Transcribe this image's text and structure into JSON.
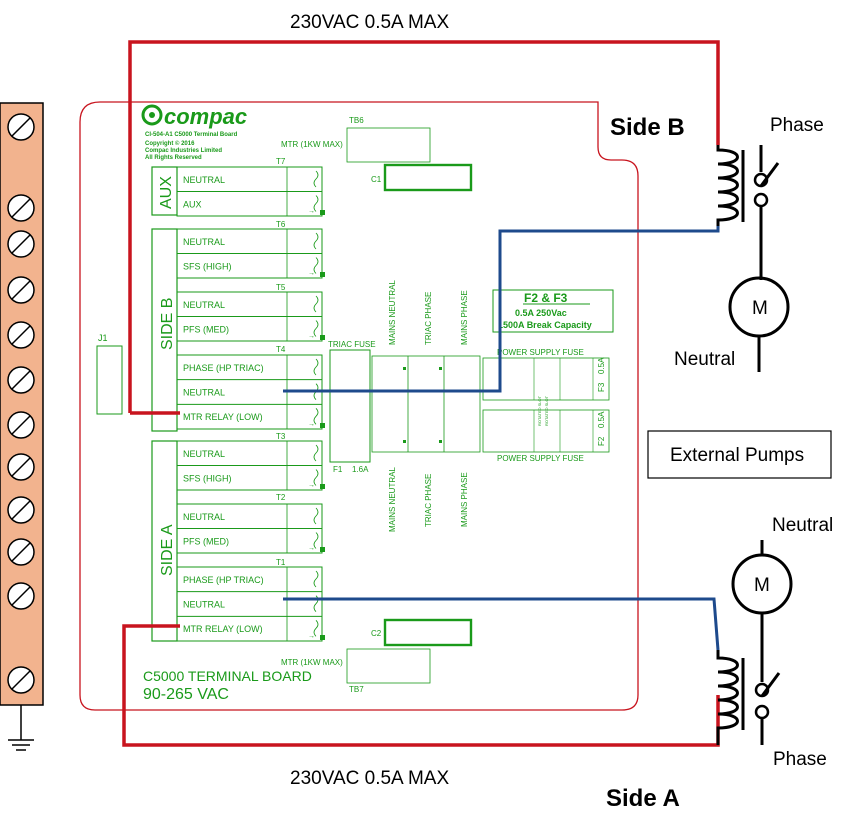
{
  "supply_top": "230VAC   0.5A MAX",
  "supply_bottom": "230VAC   0.5A MAX",
  "side_b_label": "Side B",
  "side_a_label": "Side A",
  "phase_top": "Phase",
  "phase_bottom": "Phase",
  "neutral_top": "Neutral",
  "neutral_bottom": "Neutral",
  "motor_label": "M",
  "external_pumps": "External Pumps",
  "board": {
    "logo": "compac",
    "info_lines": [
      "CI-504-A1 C5000 Terminal Board",
      "Copyright © 2016",
      "Compac Industries Limited",
      "All Rights Reserved"
    ],
    "title": "C5000 TERMINAL BOARD",
    "voltage": "90-265   VAC",
    "j1": "J1",
    "tb6": "TB6",
    "tb7": "TB7",
    "c1": "C1",
    "c2": "C2",
    "mtr_top": "MTR (1KW MAX)",
    "mtr_bottom": "MTR (1KW MAX)",
    "triac_fuse": "TRIAC FUSE",
    "f1": "F1",
    "f1_rating": "1.6A",
    "f2": "F2",
    "f3": "F3",
    "f_rating_a": "0.5A",
    "f_rating_b": "0.5A",
    "psu_fuse_top": "POWER SUPPLY FUSE",
    "psu_fuse_bottom": "POWER SUPPLY FUSE",
    "fuse_box_title": "F2 & F3",
    "fuse_box_line1": "0.5A   250Vac",
    "fuse_box_line2": "1500A Break Capacity",
    "slot_text_a": "ROTATED SLOT",
    "slot_text_b": "ROTATED SLOT",
    "mains_top": [
      "MAINS NEUTRAL",
      "TRIAC PHASE",
      "MAINS PHASE"
    ],
    "mains_bottom": [
      "MAINS NEUTRAL",
      "TRIAC PHASE",
      "MAINS PHASE"
    ],
    "groups": [
      {
        "label": "AUX",
        "terminal": "T7",
        "rows": [
          "NEUTRAL",
          "AUX"
        ]
      },
      {
        "label": "SIDE B",
        "terminals": [
          "T6",
          "T5",
          "T4"
        ],
        "rows": [
          "NEUTRAL",
          "SFS (HIGH)",
          "NEUTRAL",
          "PFS (MED)",
          "PHASE (HP TRIAC)",
          "NEUTRAL",
          "MTR RELAY (LOW)"
        ]
      },
      {
        "label": "SIDE A",
        "terminals": [
          "T3",
          "T2",
          "T1"
        ],
        "rows": [
          "NEUTRAL",
          "SFS (HIGH)",
          "NEUTRAL",
          "PFS (MED)",
          "PHASE (HP TRIAC)",
          "NEUTRAL",
          "MTR RELAY (LOW)"
        ]
      }
    ]
  },
  "colors": {
    "live": "#c8141e",
    "neutral": "#1e4a8c",
    "board": "#1a9a1a",
    "terminal_strip": "#f2b38e",
    "outline": "#c8141e"
  },
  "ground_icon": "ground-icon",
  "coil_icon": "relay-coil-icon",
  "switch_icon": "relay-switch-icon",
  "motor_icon": "motor-icon"
}
